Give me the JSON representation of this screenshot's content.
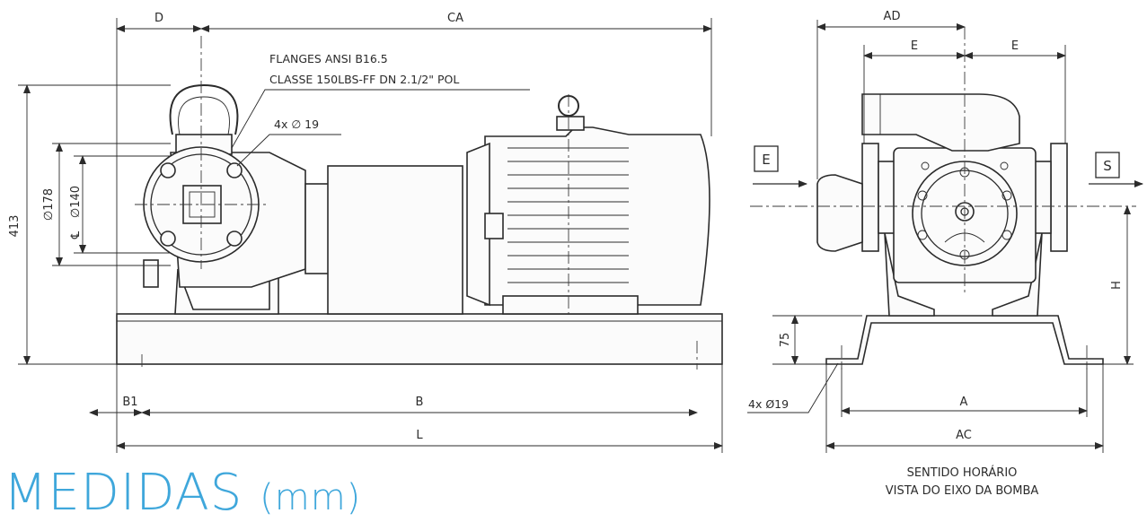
{
  "labels": {
    "D": "D",
    "CA": "CA",
    "flange_line1": "FLANGES ANSI B16.5",
    "flange_line2": "CLASSE 150LBS-FF DN 2.1/2\" POL",
    "bolt_holes": "4x ∅ 19",
    "dia178": "∅178",
    "dia140": "∅140",
    "centerline": "℄",
    "h413": "413",
    "B1": "B1",
    "B": "B",
    "L": "L",
    "AD": "AD",
    "E_left": "E",
    "E_right": "E",
    "inlet": "E",
    "outlet": "S",
    "H": "H",
    "h75": "75",
    "base_holes": "4x Ø19",
    "A": "A",
    "AC": "AC"
  },
  "caption": {
    "line1": "SENTIDO HORÁRIO",
    "line2": "VISTA DO EIXO DA BOMBA"
  },
  "title": {
    "main": "MEDIDAS",
    "unit": "(mm)"
  }
}
